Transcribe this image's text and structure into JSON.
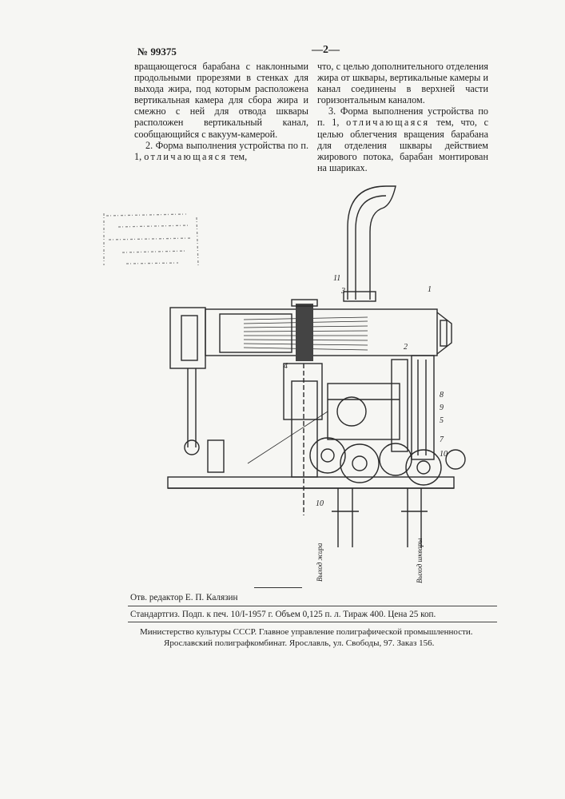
{
  "header": {
    "patent_number": "№ 99375",
    "page_number": "—2—"
  },
  "left_column": {
    "para1": "вращающегося барабана с наклонными продольными прорезями в стенках для выхода жира, под которым расположена вертикальная камера для сбора жира и смежно с ней для отвода шквары расположен вертикальный канал, сообщающийся с вакуум-камерой.",
    "para2_start": "2. Форма выполнения устройства по п. 1,",
    "para2_spaced": "отличающаяся",
    "para2_end": "тем,"
  },
  "right_column": {
    "para1": "что, с целью дополнительного отделения жира от шквары, вертикальные камеры и канал соединены в верхней части горизонтальным каналом.",
    "para2_start": "3. Форма выполнения устройства по п. 1,",
    "para2_spaced": "отличающаяся",
    "para2_end": "тем, что, с целью облегчения вращения барабана для отделения шквары действием жирового потока, барабан монтирован на шариках."
  },
  "drawing": {
    "callouts": [
      "11",
      "3",
      "1",
      "2",
      "4",
      "8",
      "9",
      "5",
      "7",
      "10",
      "10"
    ],
    "outlet_fat": "Выход жира",
    "outlet_skvara": "Выход шквары"
  },
  "imprint": {
    "editor": "Отв. редактор Е. П. Калязин",
    "line2": "Стандартгиз. Подп. к печ. 10/I-1957 г. Объем 0,125 п. л. Тираж 400. Цена 25 коп.",
    "line3": "Министерство культуры СССР. Главное управление полиграфической промышленности.",
    "line4": "Ярославский полиграфкомбинат. Ярославль, ул. Свободы, 97. Заказ 156."
  }
}
